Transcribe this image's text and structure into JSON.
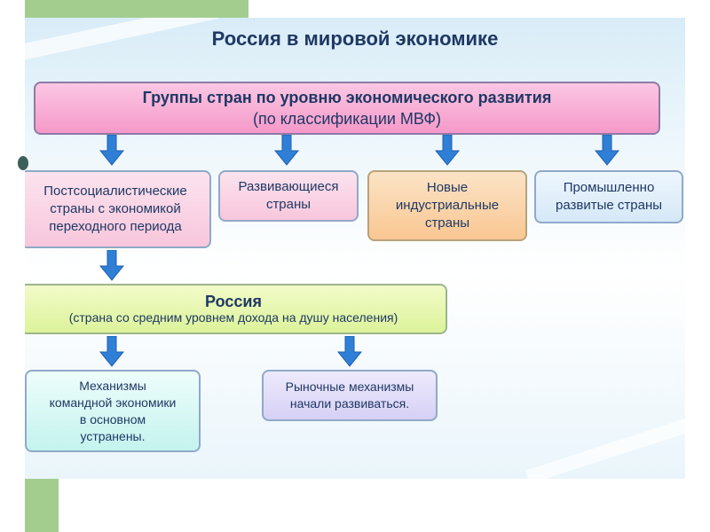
{
  "title": "Россия в мировой экономике",
  "header": {
    "line1": "Группы стран по уровню экономического развития",
    "line2": "(по классификации МВФ)"
  },
  "groups": [
    {
      "lines": [
        "Постсоциалистические",
        "страны с экономикой",
        "переходного периода"
      ]
    },
    {
      "lines": [
        "Развивающиеся",
        "страны"
      ]
    },
    {
      "lines": [
        "Новые",
        "индустриальные",
        "страны"
      ]
    },
    {
      "lines": [
        "Промышленно",
        "развитые страны"
      ]
    }
  ],
  "russia": {
    "title": "Россия",
    "subtitle": "(страна со средним уровнем дохода на душу населения)"
  },
  "outcomes": [
    {
      "lines": [
        "Механизмы",
        "командной экономики",
        "в основном",
        "устранены."
      ]
    },
    {
      "lines": [
        "Рыночные механизмы",
        "начали развиваться."
      ]
    }
  ],
  "colors": {
    "title_text": "#1f3864",
    "arrow": "#2f7fd6",
    "green_strip": "#a3cd8f"
  }
}
